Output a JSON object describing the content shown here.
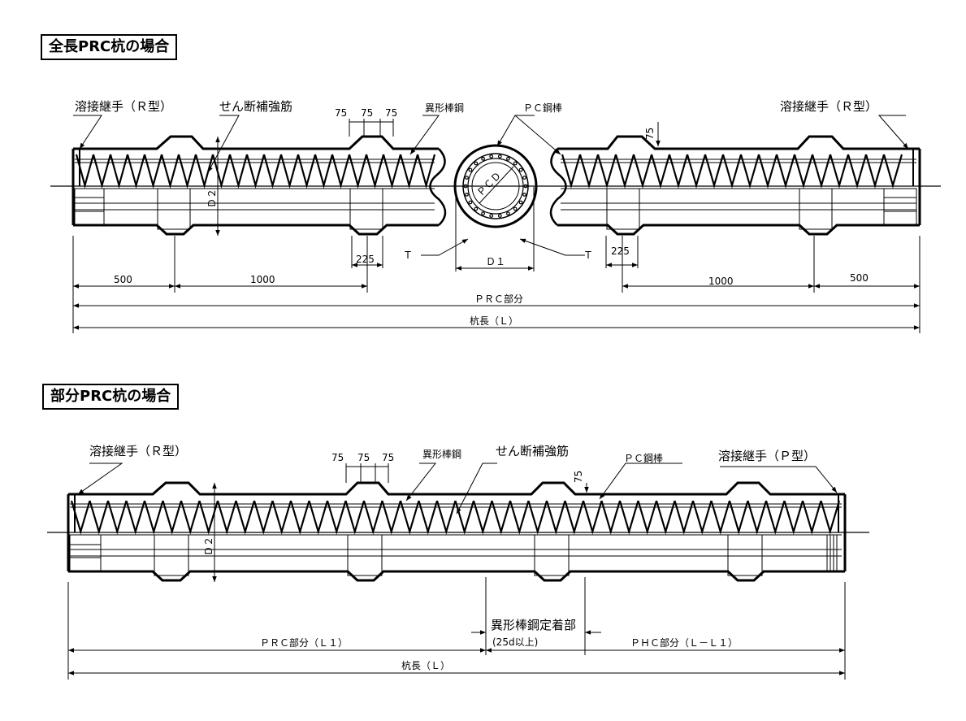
{
  "sections": [
    {
      "title": "全長PRC杭の場合",
      "labels": {
        "joint_left": "溶接継手（Ｒ型）",
        "joint_right": "溶接継手（Ｒ型）",
        "shear_rebar": "せん断補強筋",
        "deformed_bar": "異形棒鋼",
        "pc_bar": "ＰＣ鋼棒",
        "pcd": "ＰＣＤ",
        "d2": "Ｄ２",
        "d1": "Ｄ１",
        "t_left": "Ｔ",
        "t_right": "Ｔ",
        "dim_75a": "75",
        "dim_75b": "75",
        "dim_75c": "75",
        "dim_75_right": "75",
        "dim_225_left": "225",
        "dim_225_right": "225",
        "dim_500_left": "500",
        "dim_1000_left": "1000",
        "dim_1000_right": "1000",
        "dim_500_right": "500",
        "prc_part": "ＰＲＣ部分",
        "pile_length": "杭長（Ｌ）"
      }
    },
    {
      "title": "部分PRC杭の場合",
      "labels": {
        "joint_left": "溶接継手（Ｒ型）",
        "joint_right": "溶接継手（Ｐ型）",
        "shear_rebar": "せん断補強筋",
        "deformed_bar": "異形棒鋼",
        "pc_bar": "ＰＣ鋼棒",
        "d2": "Ｄ２",
        "dim_75a": "75",
        "dim_75b": "75",
        "dim_75c": "75",
        "dim_75_right": "75",
        "anchorage": "異形棒鋼定着部",
        "anchorage_note": "(25d以上)",
        "prc_part": "ＰＲＣ部分（Ｌ１）",
        "phc_part": "ＰＨＣ部分（Ｌ－Ｌ１）",
        "pile_length": "杭長（Ｌ）"
      }
    }
  ]
}
